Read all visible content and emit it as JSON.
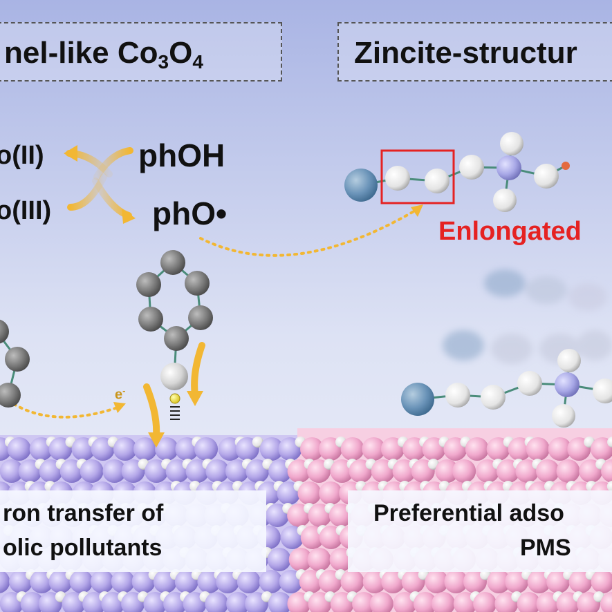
{
  "titles": {
    "left_main": "nel-like Co",
    "left_sub1": "3",
    "left_mid": "O",
    "left_sub2": "4",
    "right": "Zincite-structur"
  },
  "cycle": {
    "co2": "o(II)",
    "co3": "o(III)",
    "phoh": "phOH",
    "pho": "phO•"
  },
  "electron": {
    "symbol": "e",
    "charge": "-"
  },
  "elongated_label": "Enlongated",
  "bottom_left": {
    "line1": "ron transfer of",
    "line2": "olic pollutants"
  },
  "bottom_right": {
    "line1": "Preferential adso",
    "line2": "PMS"
  },
  "colors": {
    "sky_top": "#a9b4e4",
    "sky_bottom": "#eef1fa",
    "co3o4_atom": "#b3a6e8",
    "zno_atom": "#f0a8cc",
    "arrow_gold": "#f2b733",
    "elongated_red": "#e52222",
    "cobalt_blue": "#6a93b8"
  }
}
